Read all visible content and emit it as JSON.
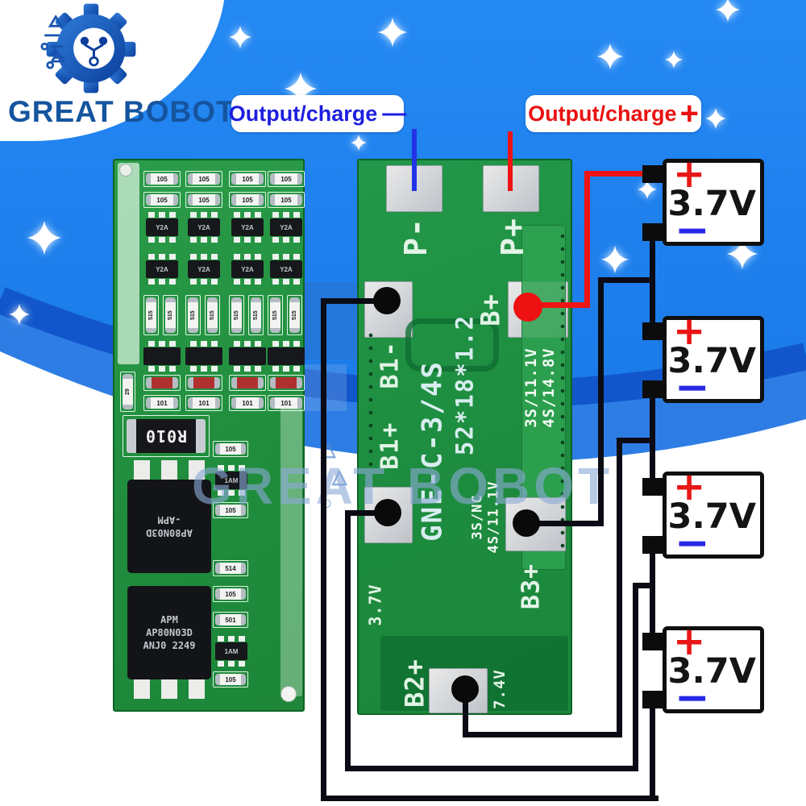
{
  "brand": {
    "name": "GREAT BOBOT"
  },
  "annotations": {
    "output_negative": "Output/charge",
    "negative_sign": "—",
    "output_positive": "Output/charge",
    "positive_sign": "+"
  },
  "watermark": "GREAT BOBOT",
  "right_board": {
    "pad_p_minus": "P-",
    "pad_p_plus": "P+",
    "b_plus": "B+",
    "b1_labels": "B1+  B1-",
    "model": "GNE-C-3/4S",
    "dimensions": "52*18*1.2",
    "spec_right": "3S/11.1V\n4S/14.8V",
    "spec_mid": "3S/NC\n4S/11.1V",
    "b3_plus": "B3+",
    "cell_voltage": "3.7V",
    "b2_plus": "B2+",
    "pack_voltage": "7.4V"
  },
  "left_board": {
    "res_row1": [
      "105",
      "105",
      "105",
      "105"
    ],
    "res_row2": [
      "105",
      "105",
      "105",
      "105"
    ],
    "sot_row1": [
      "Y2A",
      "Y2A",
      "Y2A",
      "Y2A"
    ],
    "sot_row2": [
      "Y2A",
      "Y2A",
      "Y2A",
      "Y2A"
    ],
    "vres_row": [
      "515",
      "515",
      "515",
      "515",
      "515",
      "515",
      "515",
      "515"
    ],
    "res_row3": [
      "101",
      "101",
      "101",
      "101"
    ],
    "side_vertical": "29",
    "shunt": "R010",
    "mosfet1_lines": [
      "AP80N03D",
      "-APM"
    ],
    "mosfet2_lines": [
      "APM",
      "AP80N03D",
      "ANJ0 2249"
    ],
    "side_parts": [
      {
        "t": "res",
        "l": "105"
      },
      {
        "t": "sot",
        "l": "1AM"
      },
      {
        "t": "res",
        "l": "105"
      },
      {
        "t": "res",
        "l": "514"
      },
      {
        "t": "res",
        "l": "105"
      },
      {
        "t": "res",
        "l": "501"
      },
      {
        "t": "sot",
        "l": "1AM"
      },
      {
        "t": "res",
        "l": "105"
      }
    ]
  },
  "batteries": [
    {
      "voltage": "3.7V",
      "plus": "+",
      "minus": "−"
    },
    {
      "voltage": "3.7V",
      "plus": "+",
      "minus": "−"
    },
    {
      "voltage": "3.7V",
      "plus": "+",
      "minus": "−"
    },
    {
      "voltage": "3.7V",
      "plus": "+",
      "minus": "−"
    }
  ],
  "colors": {
    "sky": "#1b7ceb",
    "band_dark": "#1157cb",
    "band_mid": "#2e7de5",
    "board_green": "#1f8f41",
    "wire_black": "#0b0b15",
    "wire_red": "#ee1414",
    "line_blue": "#2233e6",
    "accent_blue": "#1e1ee0",
    "accent_red": "#ea1111",
    "silk_text": "#e2f4e6"
  }
}
